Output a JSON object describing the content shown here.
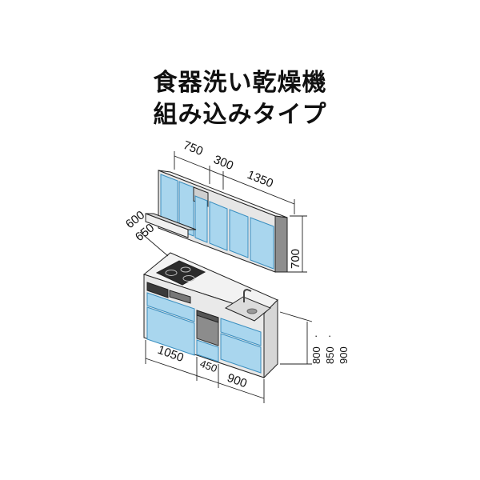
{
  "title": {
    "line1": "食器洗い乾燥機",
    "line2": "組み込みタイプ"
  },
  "dimensions": {
    "upper_widths": [
      "750",
      "300",
      "1350"
    ],
    "upper_height": "700",
    "depths": [
      "600",
      "650"
    ],
    "lower_widths": [
      "1050",
      "450",
      "900"
    ],
    "counter_heights": [
      "800",
      "850",
      "900"
    ]
  },
  "colors": {
    "door_blue": "#a9d6ee",
    "door_edge": "#3a8fc0",
    "body_gray": "#8a8a8a",
    "line": "#222222"
  }
}
